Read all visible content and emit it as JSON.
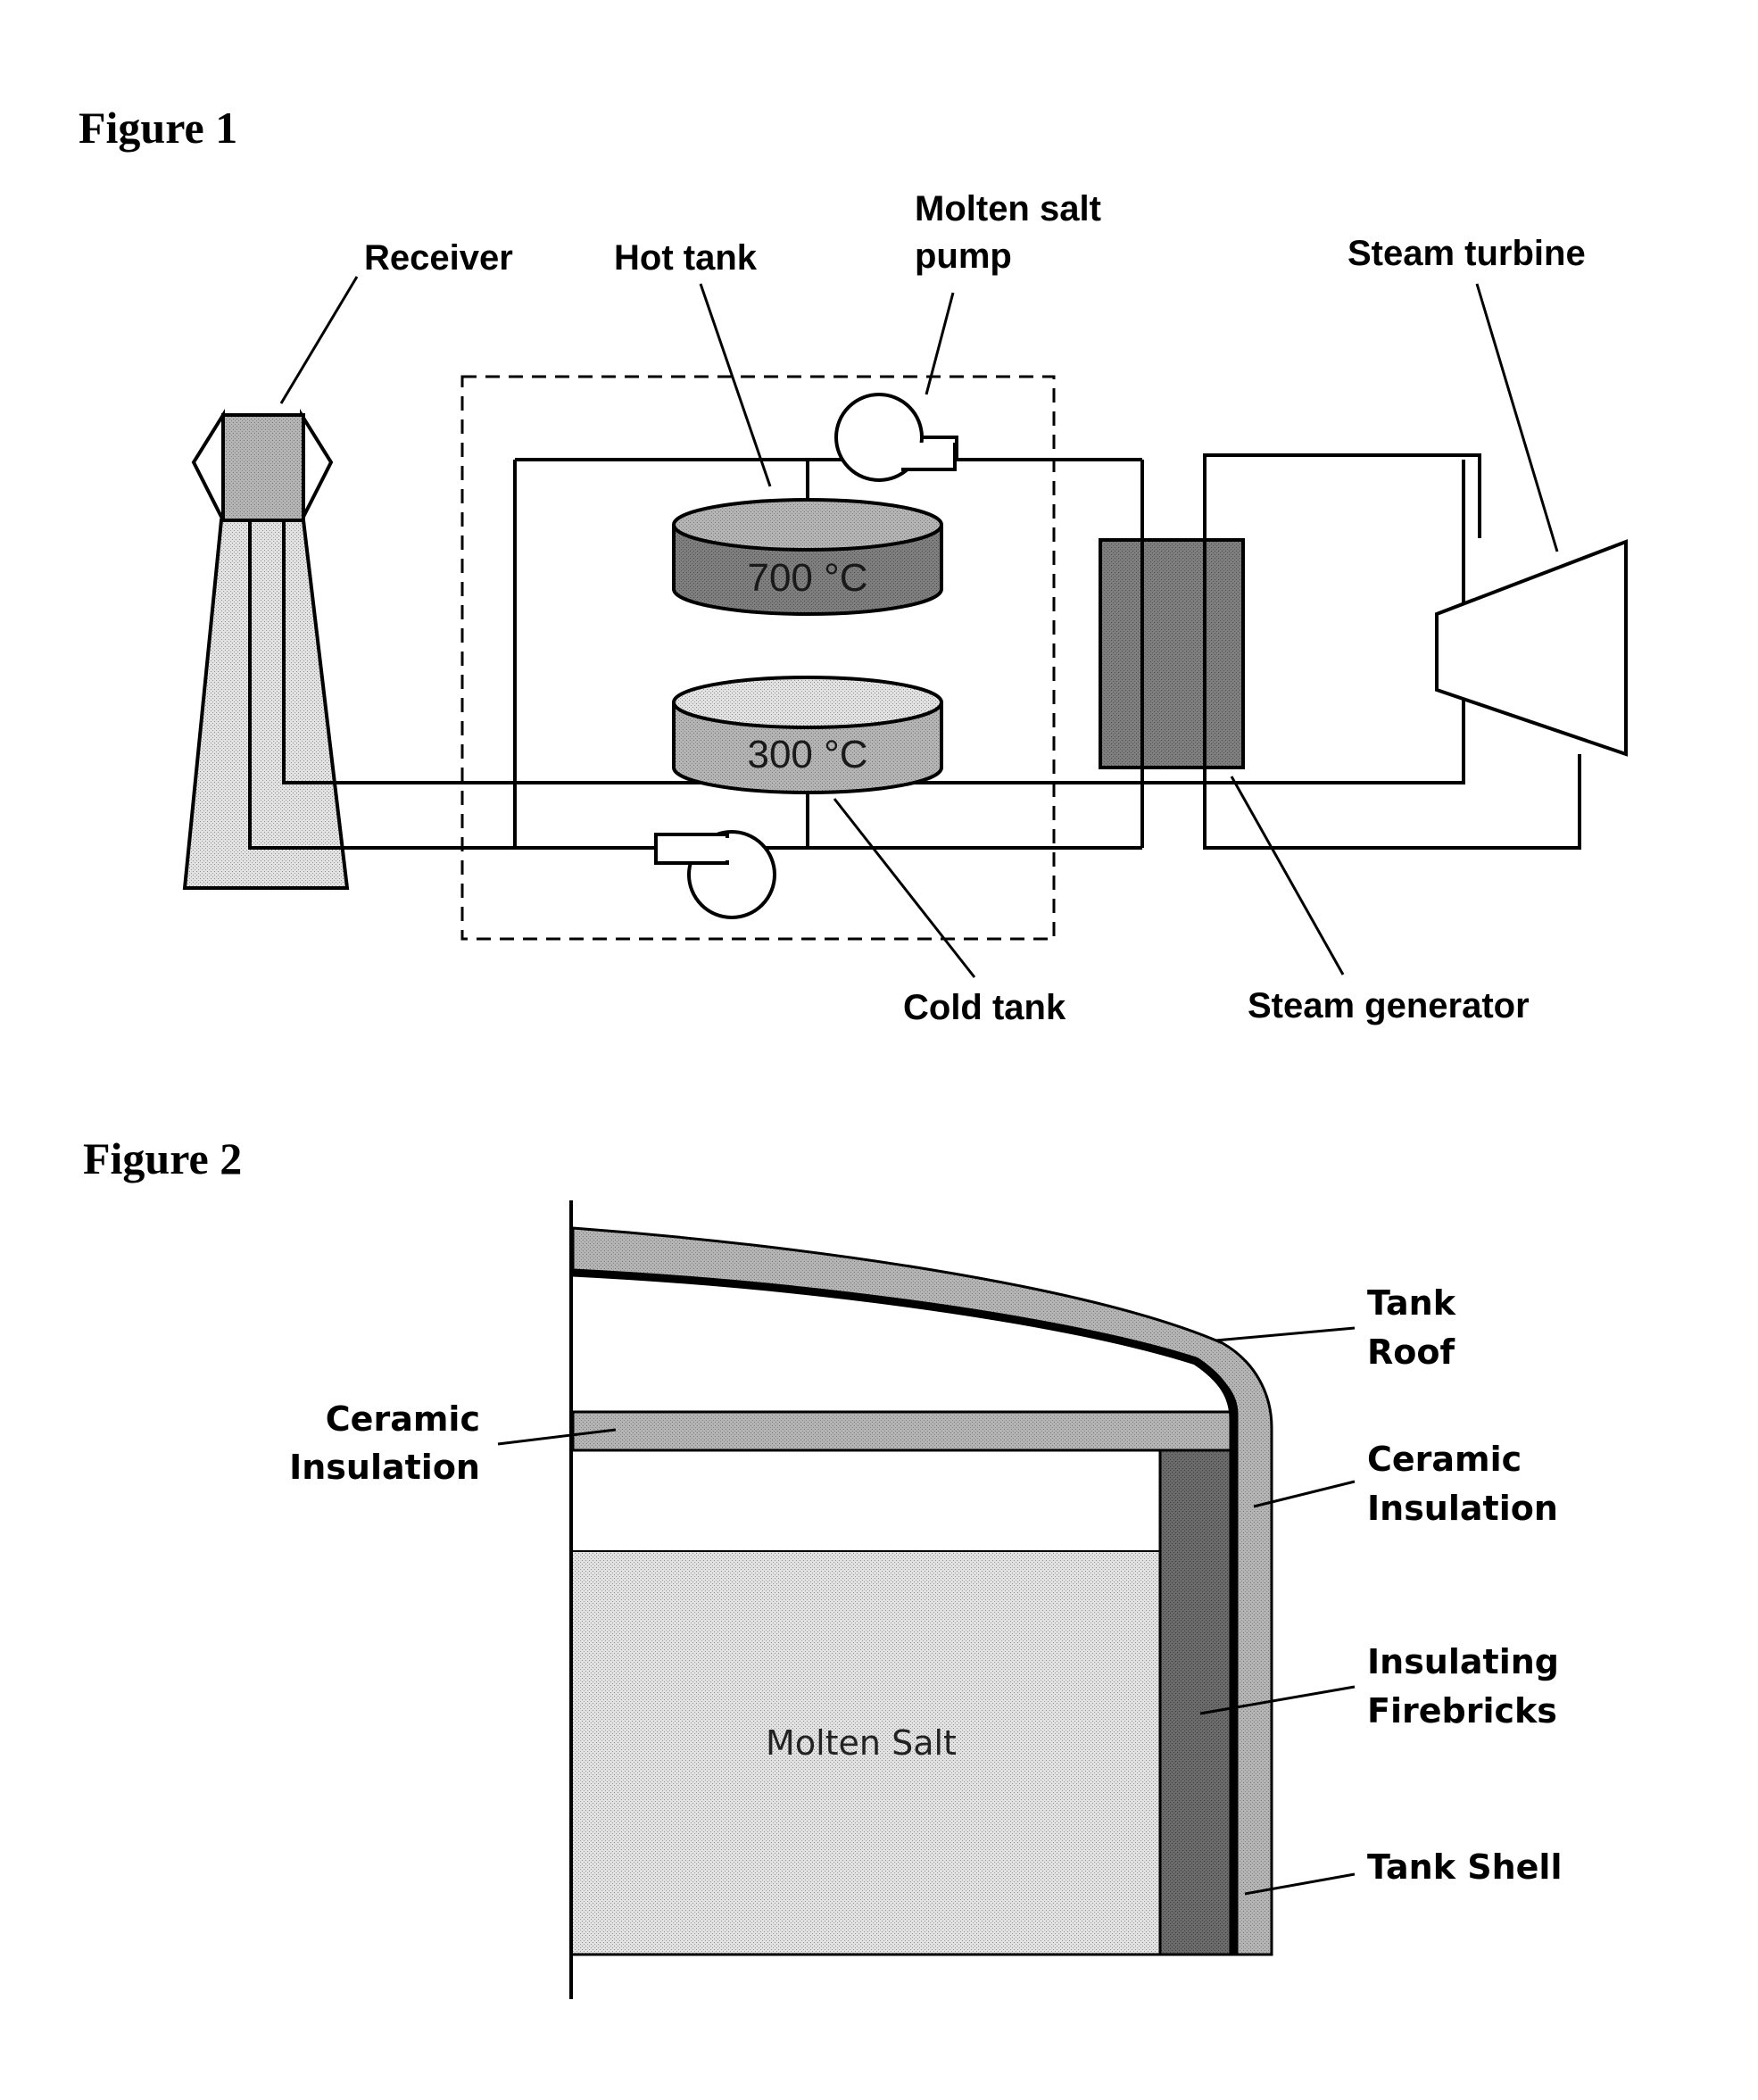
{
  "figure1": {
    "title": "Figure 1",
    "labels": {
      "receiver": "Receiver",
      "hot_tank": "Hot tank",
      "pump_line1": "Molten salt",
      "pump_line2": "pump",
      "steam_turbine": "Steam turbine",
      "cold_tank": "Cold tank",
      "steam_generator": "Steam generator"
    },
    "hot_tank_temp": "700 °C",
    "cold_tank_temp": "300 °C"
  },
  "figure2": {
    "title": "Figure 2",
    "labels": {
      "tank_roof_line1": "Tank",
      "tank_roof_line2": "Roof",
      "ceramic_left_line1": "Ceramic",
      "ceramic_left_line2": "Insulation",
      "ceramic_right_line1": "Ceramic",
      "ceramic_right_line2": "Insulation",
      "firebricks_line1": "Insulating",
      "firebricks_line2": "Firebricks",
      "tank_shell": "Tank Shell",
      "molten_salt": "Molten Salt"
    }
  }
}
